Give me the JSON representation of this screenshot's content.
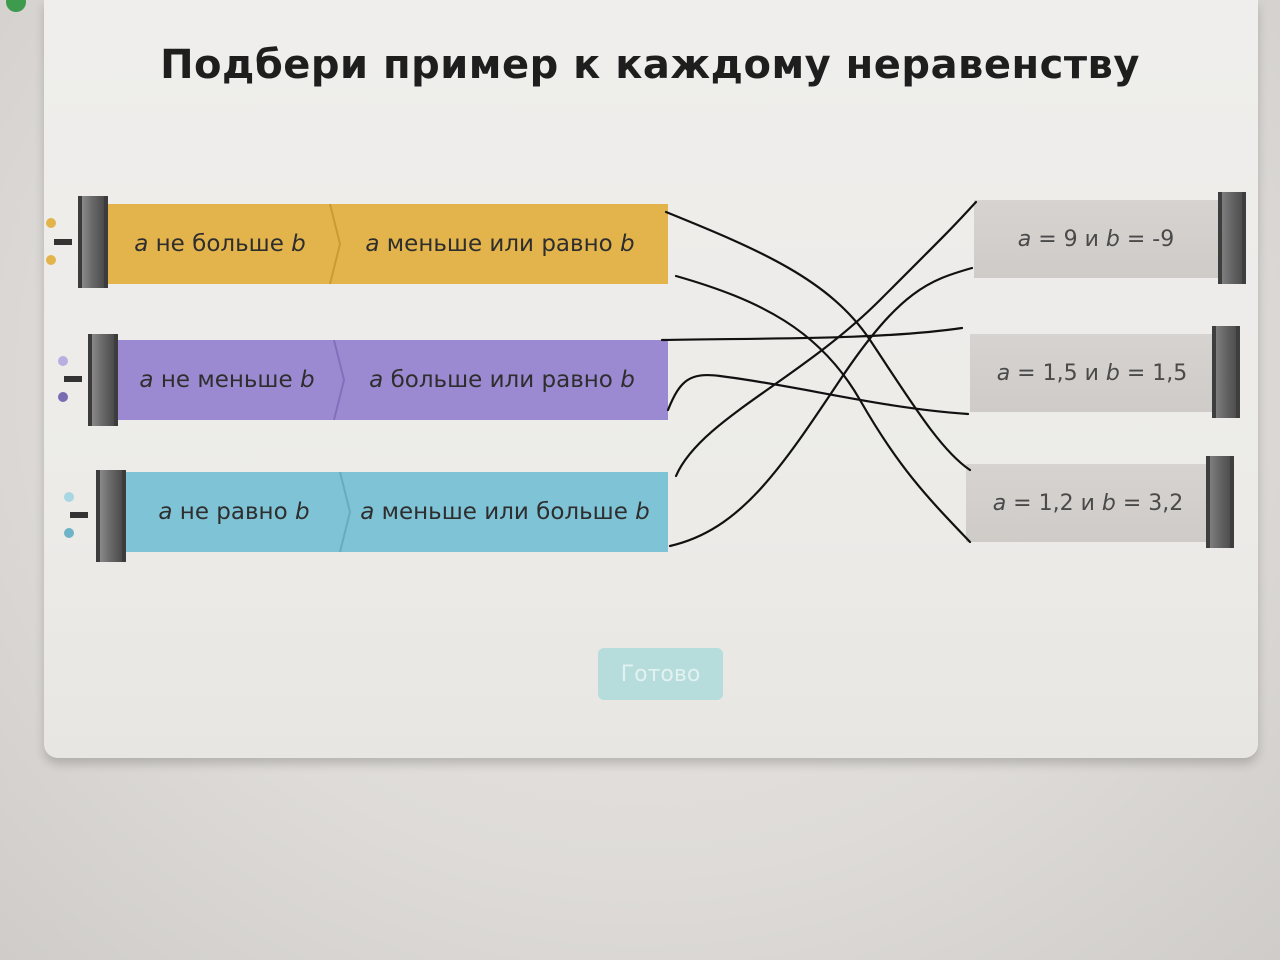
{
  "title": "Подбери пример к каждому неравенству",
  "rows": [
    {
      "left": "а не больше b",
      "right": "а меньше или равно b",
      "color": "#e4b44c"
    },
    {
      "left": "а не меньше b",
      "right": "а больше или равно b",
      "color": "#9b8ad1"
    },
    {
      "left": "а не равно b",
      "right": "а меньше или больше b",
      "color": "#7fc3d6"
    }
  ],
  "answers": [
    "а = 9 и b = -9",
    "а = 1,5 и b = 1,5",
    "а = 1,2 и b = 3,2"
  ],
  "done_button": "Готово",
  "colors": {
    "yellow": "#e4b44c",
    "purple": "#9b8ad1",
    "blue": "#7fc3d6",
    "button": "#b6dcdb"
  }
}
